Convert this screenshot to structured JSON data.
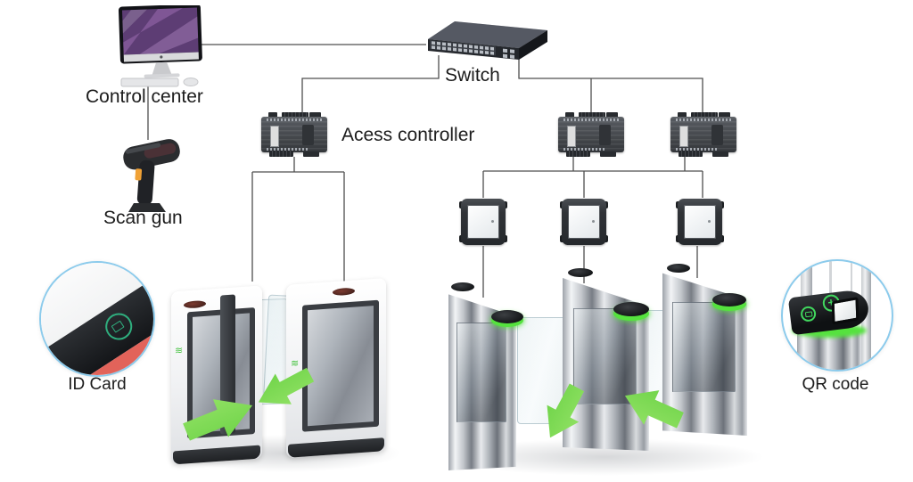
{
  "labels": {
    "control_center": "Control center",
    "switch": "Switch",
    "access_controller": "Acess controller",
    "scan_gun": "Scan gun",
    "id_card": "ID Card",
    "qr_code": "QR code"
  },
  "icons": {
    "wave_logo": "≋",
    "plus_icon": "+"
  },
  "colors": {
    "background": "#ffffff",
    "connector_line": "#4f4f4f",
    "label_text": "#1c1c1c",
    "arrow_green": "#7ed957",
    "indicator_green": "#55e23e",
    "callout_circle_border": "#8ccbec",
    "id_card_red": "#e2635a",
    "scan_gun_button_orange": "#f0a135",
    "device_dark_gray": "#3a3e43",
    "imac_screen_purple": "#7b5192"
  }
}
